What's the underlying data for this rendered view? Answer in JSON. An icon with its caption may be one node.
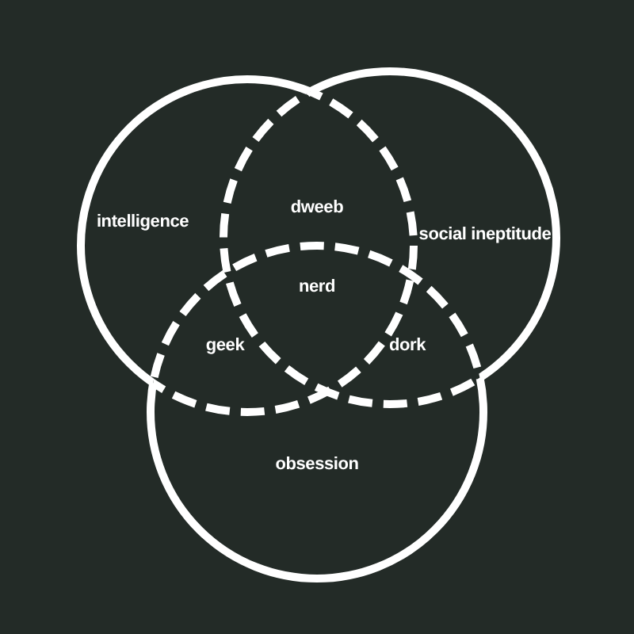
{
  "diagram": {
    "nodes": [
      {
        "text": [
          "intelligence"
        ]
      },
      {
        "text": [
          "social ineptitude"
        ]
      },
      {
        "text": [
          "obsession"
        ]
      }
    ],
    "labels": [
      "dweeb",
      "nerd",
      "geek",
      "dork"
    ]
  }
}
